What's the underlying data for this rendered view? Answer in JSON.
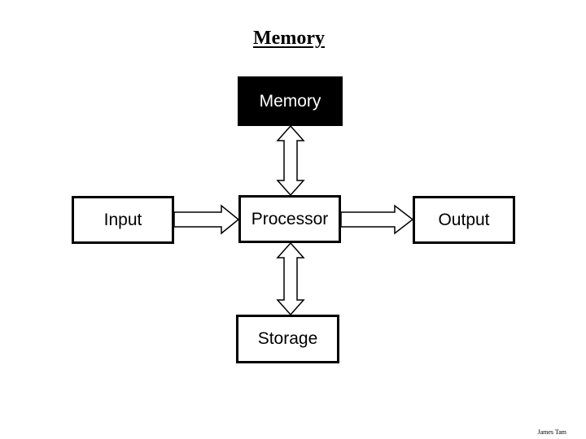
{
  "title": "Memory",
  "nodes": {
    "memory": "Memory",
    "input": "Input",
    "processor": "Processor",
    "output": "Output",
    "storage": "Storage"
  },
  "footer": "James Tam"
}
